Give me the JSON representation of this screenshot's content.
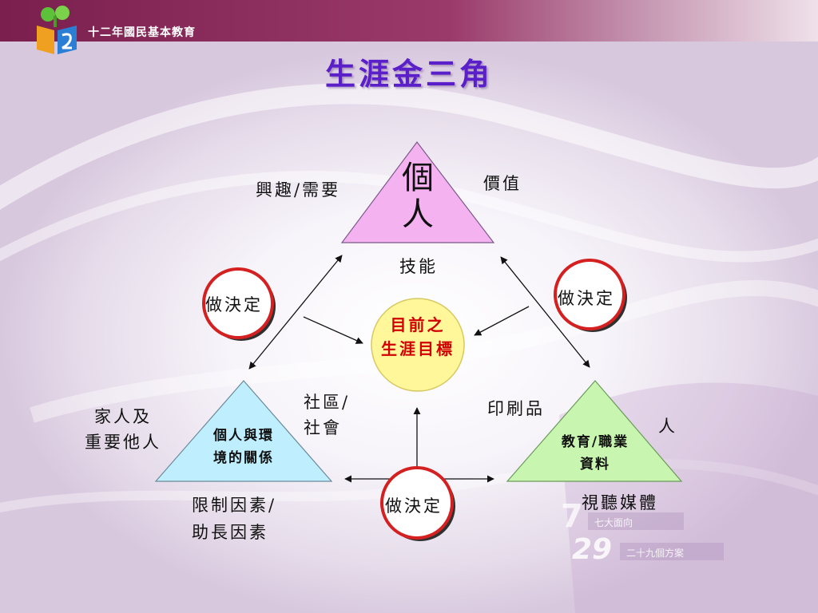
{
  "header": {
    "brand": "十二年國民基本教育",
    "title": "生涯金三角"
  },
  "triangles": {
    "top": {
      "line1": "個",
      "line2": "人"
    },
    "left": {
      "line1": "個人與環",
      "line2": "境的關係"
    },
    "right": {
      "line1": "教育/職業",
      "line2": "資料"
    }
  },
  "center": {
    "line1": "目前之",
    "line2": "生涯目標"
  },
  "decisions": {
    "left": "做決定",
    "right": "做決定",
    "bottom": "做決定"
  },
  "labels": {
    "interest": "興趣/需要",
    "values": "價值",
    "skills": "技能",
    "family": {
      "line1": "家人及",
      "line2": "重要他人"
    },
    "community": {
      "line1": "社區/",
      "line2": "社會"
    },
    "limits": {
      "line1": "限制因素/",
      "line2": "助長因素"
    },
    "print": "印刷品",
    "person": "人",
    "media": "視聽媒體"
  },
  "watermark": {
    "num1": "7",
    "text1": "七大面向",
    "num2": "29",
    "text2": "二十九個方案"
  },
  "colors": {
    "title": "#5a1fc8",
    "top_triangle": "#f4b3f0",
    "left_triangle": "#bfefff",
    "right_triangle": "#c8f5b0",
    "center_circle": "#fff79a",
    "decision_ring": "#d42020",
    "goal_text": "#d10000"
  }
}
